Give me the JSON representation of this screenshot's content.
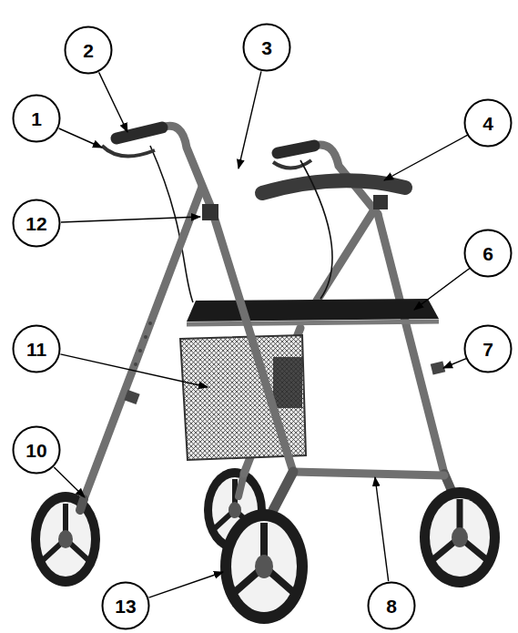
{
  "diagram": {
    "nodes": [
      {
        "text": [
          "2"
        ]
      },
      {
        "text": [
          "3"
        ]
      },
      {
        "text": [
          "1"
        ]
      },
      {
        "text": [
          "4"
        ]
      },
      {
        "text": [
          "12"
        ]
      },
      {
        "text": [
          "6"
        ]
      },
      {
        "text": [
          "11"
        ]
      },
      {
        "text": [
          "7"
        ]
      },
      {
        "text": [
          "10"
        ]
      },
      {
        "text": [
          "13"
        ]
      },
      {
        "text": [
          "8"
        ]
      }
    ]
  }
}
